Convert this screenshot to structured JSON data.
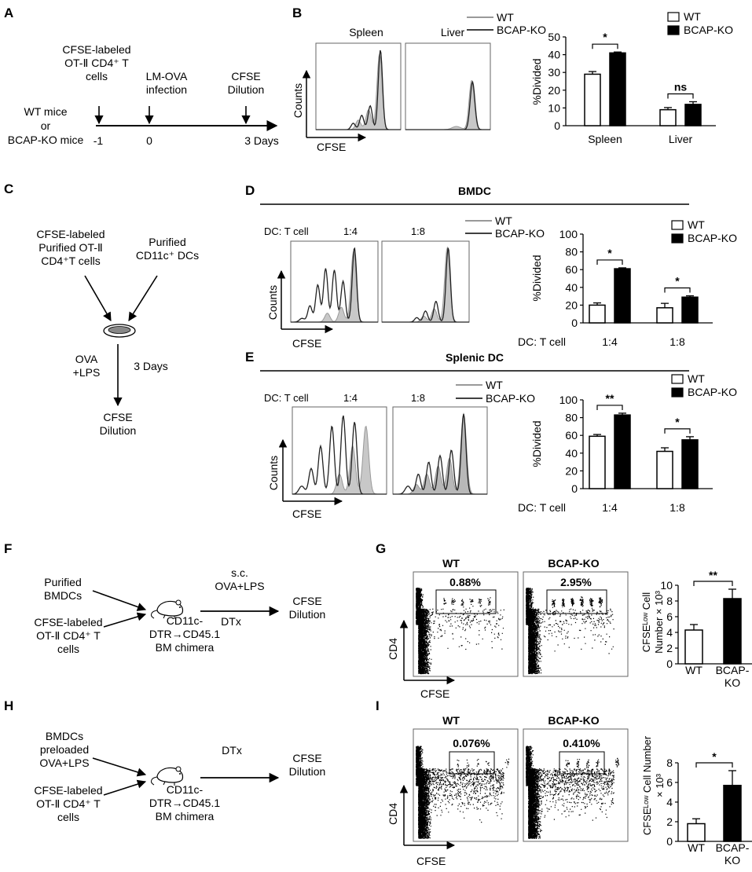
{
  "colors": {
    "wt": "#ffffff",
    "ko": "#000000",
    "wt_hist": "#c8c8c8",
    "ko_hist_line": "#222222",
    "dot": "#000000"
  },
  "panels": {
    "A": "A",
    "B": "B",
    "C": "C",
    "D": "D",
    "E": "E",
    "F": "F",
    "G": "G",
    "H": "H",
    "I": "I"
  },
  "panel_a": {
    "cells_line1": "CFSE-labeled",
    "cells_line2": "OT-Ⅱ CD4⁺ T",
    "cells_line3": "cells",
    "infection_line1": "LM-OVA",
    "infection_line2": "infection",
    "dilution_line1": "CFSE",
    "dilution_line2": "Dilution",
    "mice_line1": "WT mice",
    "mice_line2": "or",
    "mice_line3": "BCAP-KO mice",
    "t_minus1": "-1",
    "t_0": "0",
    "t_3": "3 Days"
  },
  "panel_b": {
    "spleen": "Spleen",
    "liver": "Liver",
    "counts": "Counts",
    "cfse": "CFSE",
    "legend_wt": "WT",
    "legend_ko": "BCAP-KO",
    "bar_legend_wt": "WT",
    "bar_legend_ko": "BCAP-KO",
    "ylabel": "%Divided",
    "sig1": "*",
    "sig2": "ns"
  },
  "panel_c": {
    "cells_line1": "CFSE-labeled",
    "cells_line2": "Purified OT-Ⅱ",
    "cells_line3": "CD4⁺T cells",
    "dc_line1": "Purified",
    "dc_line2": "CD11c⁺ DCs",
    "stim_line1": "OVA",
    "stim_line2": "+LPS",
    "days": "3 Days",
    "out_line1": "CFSE",
    "out_line2": "Dilution"
  },
  "panel_d": {
    "title": "BMDC",
    "ratio_label": "DC: T cell",
    "r1": "1:4",
    "r2": "1:8",
    "legend_wt": "WT",
    "legend_ko": "BCAP-KO",
    "counts": "Counts",
    "cfse": "CFSE",
    "bar_legend_wt": "WT",
    "bar_legend_ko": "BCAP-KO",
    "ylabel": "%Divided",
    "xlabel": "DC: T cell",
    "sig1": "*",
    "sig2": "*"
  },
  "panel_e": {
    "title": "Splenic DC",
    "ratio_label": "DC: T cell",
    "r1": "1:4",
    "r2": "1:8",
    "legend_wt": "WT",
    "legend_ko": "BCAP-KO",
    "counts": "Counts",
    "cfse": "CFSE",
    "bar_legend_wt": "WT",
    "bar_legend_ko": "BCAP-KO",
    "ylabel": "%Divided",
    "xlabel": "DC: T cell",
    "sig1": "**",
    "sig2": "*"
  },
  "panel_f": {
    "bmdc_line1": "Purified",
    "bmdc_line2": "BMDCs",
    "cells_line1": "CFSE-labeled",
    "cells_line2": "OT-Ⅱ CD4⁺ T",
    "cells_line3": "cells",
    "route_line1": "s.c.",
    "route_line2": "OVA+LPS",
    "dtx": "DTx",
    "mouse_line1": "CD11c-",
    "mouse_line2": "DTR→CD45.1",
    "mouse_line3": "BM chimera",
    "out_line1": "CFSE",
    "out_line2": "Dilution"
  },
  "panel_g": {
    "wt": "WT",
    "ko": "BCAP-KO",
    "pct_wt": "0.88%",
    "pct_ko": "2.95%",
    "cd4": "CD4",
    "cfse": "CFSE",
    "ylabel_line1": "CFSEᴸᵒʷ Cell",
    "ylabel_line2": "Number × 10³",
    "xcat1": "WT",
    "xcat2_line1": "BCAP-",
    "xcat2_line2": "KO",
    "sig": "**"
  },
  "panel_h": {
    "bmdc_line1": "BMDCs",
    "bmdc_line2": "preloaded",
    "bmdc_line3": "OVA+LPS",
    "cells_line1": "CFSE-labeled",
    "cells_line2": "OT-Ⅱ CD4⁺ T",
    "cells_line3": "cells",
    "dtx": "DTx",
    "mouse_line1": "CD11c-",
    "mouse_line2": "DTR→CD45.1",
    "mouse_line3": "BM chimera",
    "out_line1": "CFSE",
    "out_line2": "Dilution"
  },
  "panel_i": {
    "wt": "WT",
    "ko": "BCAP-KO",
    "pct_wt": "0.076%",
    "pct_ko": "0.410%",
    "cd4": "CD4",
    "cfse": "CFSE",
    "ylabel_line1": "CFSEᴸᵒʷ Cell Number",
    "ylabel_line2": "× 10³",
    "xcat1": "WT",
    "xcat2_line1": "BCAP-",
    "xcat2_line2": "KO",
    "sig": "*"
  },
  "chart_data": [
    {
      "id": "B",
      "type": "bar",
      "categories": [
        "Spleen",
        "Liver"
      ],
      "series": [
        {
          "name": "WT",
          "values": [
            29,
            9
          ],
          "errors": [
            1.5,
            1.2
          ]
        },
        {
          "name": "BCAP-KO",
          "values": [
            41,
            12
          ],
          "errors": [
            0.5,
            1.5
          ]
        }
      ],
      "ylabel": "%Divided",
      "ylim": [
        0,
        50
      ],
      "yticks": [
        0,
        10,
        20,
        30,
        40,
        50
      ]
    },
    {
      "id": "D",
      "type": "bar",
      "categories": [
        "1:4",
        "1:8"
      ],
      "series": [
        {
          "name": "WT",
          "values": [
            20,
            17
          ],
          "errors": [
            2.5,
            5
          ]
        },
        {
          "name": "BCAP-KO",
          "values": [
            61,
            29
          ],
          "errors": [
            1,
            1.5
          ]
        }
      ],
      "ylabel": "%Divided",
      "xlabel": "DC: T cell",
      "ylim": [
        0,
        100
      ],
      "yticks": [
        0,
        20,
        40,
        60,
        80,
        100
      ]
    },
    {
      "id": "E",
      "type": "bar",
      "categories": [
        "1:4",
        "1:8"
      ],
      "series": [
        {
          "name": "WT",
          "values": [
            59,
            42
          ],
          "errors": [
            2,
            4
          ]
        },
        {
          "name": "BCAP-KO",
          "values": [
            83,
            55
          ],
          "errors": [
            2,
            3.5
          ]
        }
      ],
      "ylabel": "%Divided",
      "xlabel": "DC: T cell",
      "ylim": [
        0,
        100
      ],
      "yticks": [
        0,
        20,
        40,
        60,
        80,
        100
      ]
    },
    {
      "id": "G",
      "type": "bar",
      "categories": [
        "WT",
        "BCAP-KO"
      ],
      "values": [
        4.3,
        8.3
      ],
      "errors": [
        0.7,
        1.2
      ],
      "ylim": [
        0,
        10
      ],
      "yticks": [
        0,
        2,
        4,
        6,
        8,
        10
      ]
    },
    {
      "id": "I",
      "type": "bar",
      "categories": [
        "WT",
        "BCAP-KO"
      ],
      "values": [
        1.8,
        5.7
      ],
      "errors": [
        0.5,
        1.5
      ],
      "ylim": [
        0,
        8
      ],
      "yticks": [
        0,
        2,
        4,
        6,
        8
      ]
    }
  ]
}
